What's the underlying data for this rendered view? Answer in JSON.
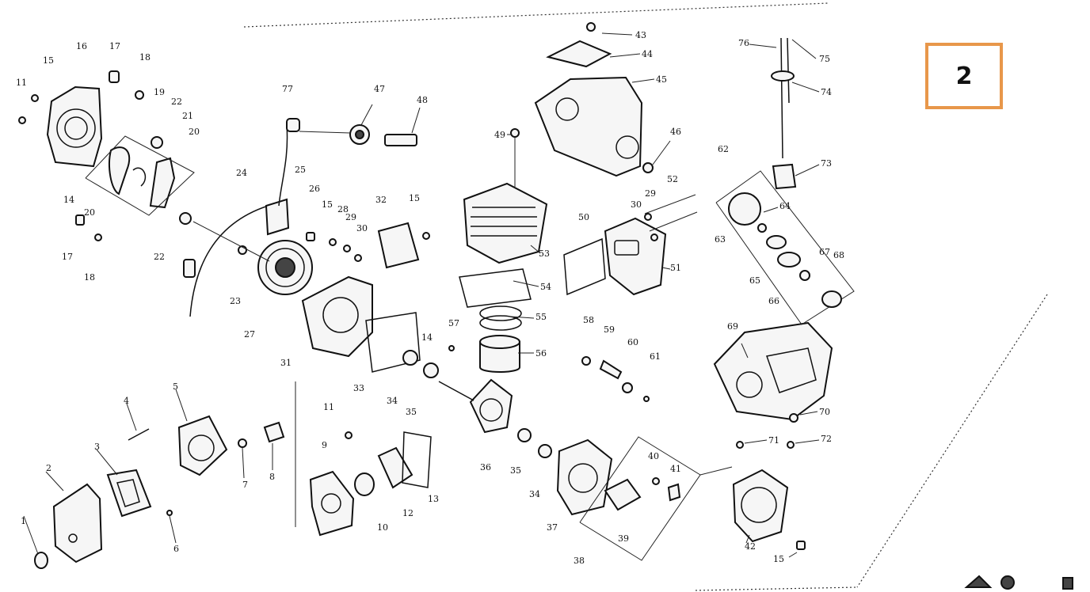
{
  "sheet_number": "2",
  "accent_color": "#e8974a",
  "callouts": [
    {
      "id": "c1",
      "text": "1"
    },
    {
      "id": "c2",
      "text": "2"
    },
    {
      "id": "c3",
      "text": "3"
    },
    {
      "id": "c4",
      "text": "4"
    },
    {
      "id": "c5",
      "text": "5"
    },
    {
      "id": "c6",
      "text": "6"
    },
    {
      "id": "c7",
      "text": "7"
    },
    {
      "id": "c8",
      "text": "8"
    },
    {
      "id": "c9",
      "text": "9"
    },
    {
      "id": "c10",
      "text": "10"
    },
    {
      "id": "c11a",
      "text": "11"
    },
    {
      "id": "c11b",
      "text": "11"
    },
    {
      "id": "c12",
      "text": "12"
    },
    {
      "id": "c13",
      "text": "13"
    },
    {
      "id": "c14a",
      "text": "14"
    },
    {
      "id": "c14b",
      "text": "14"
    },
    {
      "id": "c15a",
      "text": "15"
    },
    {
      "id": "c15b",
      "text": "15"
    },
    {
      "id": "c15c",
      "text": "15"
    },
    {
      "id": "c15d",
      "text": "15"
    },
    {
      "id": "c16",
      "text": "16"
    },
    {
      "id": "c17a",
      "text": "17"
    },
    {
      "id": "c17b",
      "text": "17"
    },
    {
      "id": "c18a",
      "text": "18"
    },
    {
      "id": "c18b",
      "text": "18"
    },
    {
      "id": "c19",
      "text": "19"
    },
    {
      "id": "c20a",
      "text": "20"
    },
    {
      "id": "c20b",
      "text": "20"
    },
    {
      "id": "c21",
      "text": "21"
    },
    {
      "id": "c22a",
      "text": "22"
    },
    {
      "id": "c22b",
      "text": "22"
    },
    {
      "id": "c23",
      "text": "23"
    },
    {
      "id": "c24",
      "text": "24"
    },
    {
      "id": "c25",
      "text": "25"
    },
    {
      "id": "c26",
      "text": "26"
    },
    {
      "id": "c27",
      "text": "27"
    },
    {
      "id": "c28",
      "text": "28"
    },
    {
      "id": "c29a",
      "text": "29"
    },
    {
      "id": "c29b",
      "text": "29"
    },
    {
      "id": "c30a",
      "text": "30"
    },
    {
      "id": "c30b",
      "text": "30"
    },
    {
      "id": "c31",
      "text": "31"
    },
    {
      "id": "c32",
      "text": "32"
    },
    {
      "id": "c33",
      "text": "33"
    },
    {
      "id": "c34a",
      "text": "34"
    },
    {
      "id": "c34b",
      "text": "34"
    },
    {
      "id": "c35a",
      "text": "35"
    },
    {
      "id": "c35b",
      "text": "35"
    },
    {
      "id": "c36",
      "text": "36"
    },
    {
      "id": "c37",
      "text": "37"
    },
    {
      "id": "c38",
      "text": "38"
    },
    {
      "id": "c39",
      "text": "39"
    },
    {
      "id": "c40",
      "text": "40"
    },
    {
      "id": "c41",
      "text": "41"
    },
    {
      "id": "c42",
      "text": "42"
    },
    {
      "id": "c43",
      "text": "43"
    },
    {
      "id": "c44",
      "text": "44"
    },
    {
      "id": "c45",
      "text": "45"
    },
    {
      "id": "c46",
      "text": "46"
    },
    {
      "id": "c47",
      "text": "47"
    },
    {
      "id": "c48",
      "text": "48"
    },
    {
      "id": "c49",
      "text": "49"
    },
    {
      "id": "c50",
      "text": "50"
    },
    {
      "id": "c51",
      "text": "51"
    },
    {
      "id": "c52",
      "text": "52"
    },
    {
      "id": "c53",
      "text": "53"
    },
    {
      "id": "c54",
      "text": "54"
    },
    {
      "id": "c55",
      "text": "55"
    },
    {
      "id": "c56",
      "text": "56"
    },
    {
      "id": "c57",
      "text": "57"
    },
    {
      "id": "c58",
      "text": "58"
    },
    {
      "id": "c59",
      "text": "59"
    },
    {
      "id": "c60",
      "text": "60"
    },
    {
      "id": "c61",
      "text": "61"
    },
    {
      "id": "c62",
      "text": "62"
    },
    {
      "id": "c63",
      "text": "63"
    },
    {
      "id": "c64",
      "text": "64"
    },
    {
      "id": "c65",
      "text": "65"
    },
    {
      "id": "c66",
      "text": "66"
    },
    {
      "id": "c67",
      "text": "67"
    },
    {
      "id": "c68",
      "text": "68"
    },
    {
      "id": "c69",
      "text": "69"
    },
    {
      "id": "c70",
      "text": "70"
    },
    {
      "id": "c71",
      "text": "71"
    },
    {
      "id": "c72",
      "text": "72"
    },
    {
      "id": "c73",
      "text": "73"
    },
    {
      "id": "c74",
      "text": "74"
    },
    {
      "id": "c75",
      "text": "75"
    },
    {
      "id": "c76",
      "text": "76"
    },
    {
      "id": "c77",
      "text": "77"
    }
  ]
}
